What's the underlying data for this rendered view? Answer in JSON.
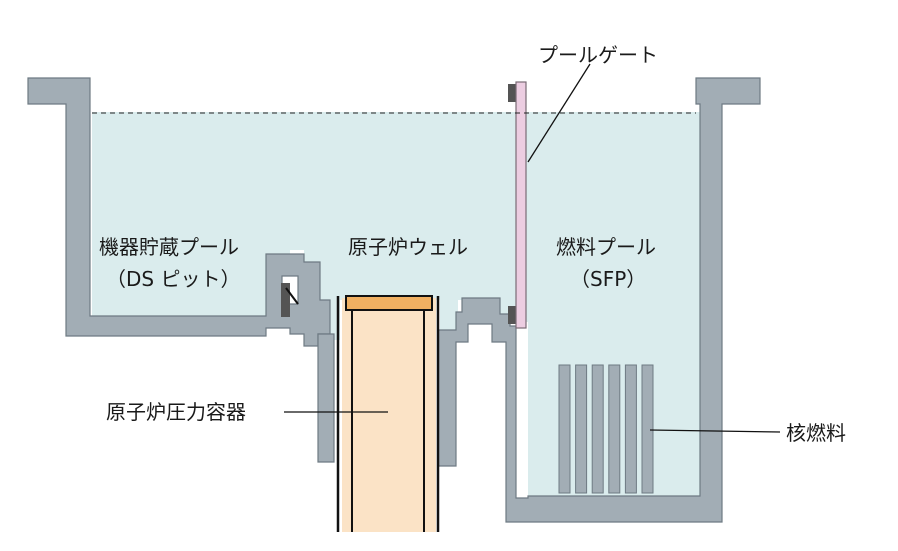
{
  "labels": {
    "pool_gate": "プールゲート",
    "ds_pit_line1": "機器貯蔵プール",
    "ds_pit_line2": "（DS ピット）",
    "reactor_well": "原子炉ウェル",
    "sfp_line1": "燃料プール",
    "sfp_line2": "（SFP）",
    "rpv": "原子炉圧力容器",
    "fuel": "核燃料"
  },
  "colors": {
    "concrete": "#a2adb5",
    "concrete_edge": "#6e7a83",
    "water": "#daeced",
    "vessel_fill": "#fbe3c6",
    "vessel_lid": "#f0b062",
    "gate_fill": "#eccde1",
    "gate_edge": "#7a6b76",
    "dark_part": "#545454",
    "line": "#111111"
  }
}
